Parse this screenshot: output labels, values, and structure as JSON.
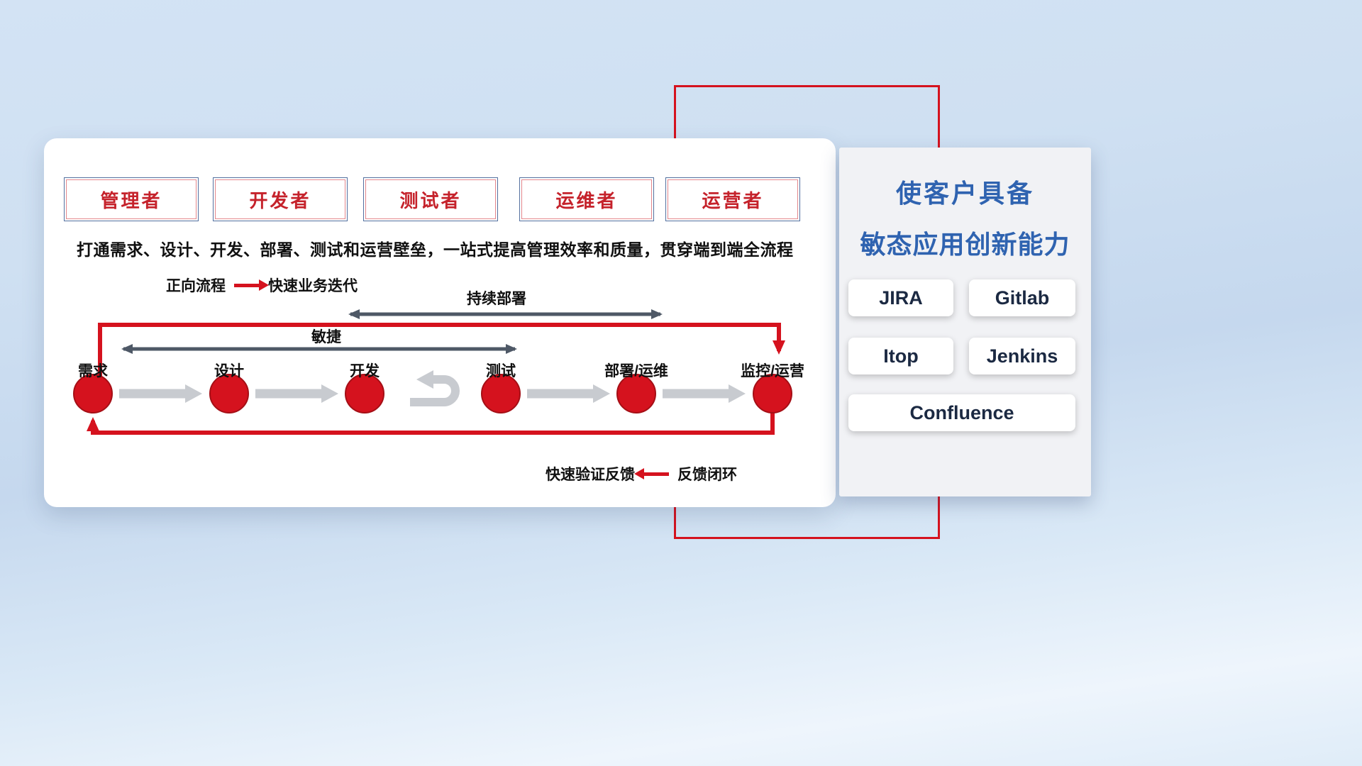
{
  "colors": {
    "accent_red": "#d5121e",
    "arrow_dark": "#4e5866",
    "arrow_gray": "#c8cbd0",
    "title_blue": "#2f63b0",
    "role_text_red": "#c5222b"
  },
  "roles": [
    "管理者",
    "开发者",
    "测试者",
    "运维者",
    "运营者"
  ],
  "subtitle": "打通需求、设计、开发、部署、测试和运营壁垒，一站式提高管理效率和质量，贯穿端到端全流程",
  "forward_legend": {
    "label": "正向流程",
    "desc": "快速业务迭代"
  },
  "feedback_legend": {
    "desc": "快速验证反馈",
    "label": "反馈闭环"
  },
  "span_arrows": {
    "continuous_deployment": "持续部署",
    "agile": "敏捷"
  },
  "stages": [
    "需求",
    "设计",
    "开发",
    "测试",
    "部署/运维",
    "监控/运营"
  ],
  "right_panel": {
    "title_line1": "使客户具备",
    "title_line2": "敏态应用创新能力",
    "tools": [
      "JIRA",
      "Gitlab",
      "Itop",
      "Jenkins",
      "Confluence"
    ]
  }
}
